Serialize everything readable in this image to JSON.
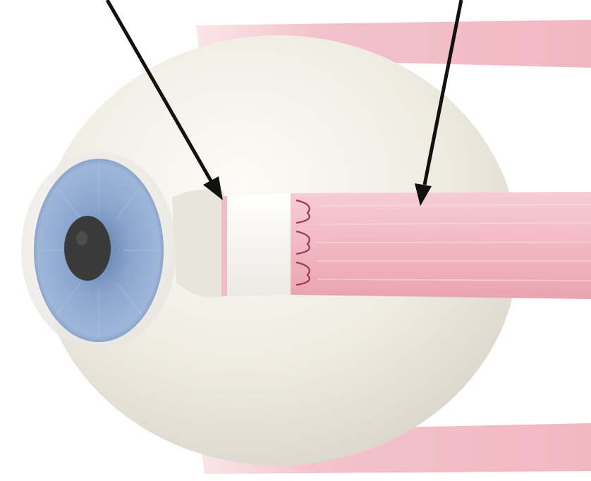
{
  "illustration": {
    "subject": "eyeball-with-extraocular-muscles",
    "colors": {
      "background": "#ffffff",
      "sclera": "#f4f2ea",
      "iris": "#7f9dc6",
      "pupil": "#3b3a3a",
      "muscle": "#f2b9c3",
      "tendon": "#f8f6f2",
      "arrow": "#111111",
      "suture": "#9b3d55"
    },
    "arrows": [
      {
        "points_to": "tendon-attachment"
      },
      {
        "points_to": "muscle-belly"
      }
    ]
  }
}
